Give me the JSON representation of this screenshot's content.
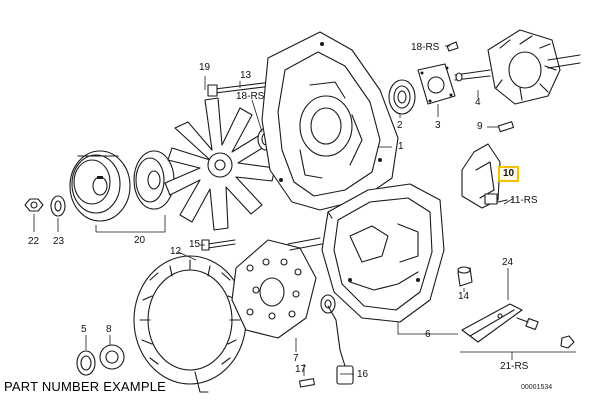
{
  "diagram": {
    "caption": "PART NUMBER EXAMPLE",
    "reference_code": "00001534",
    "highlight_color": "#f2c200",
    "labels": {
      "p1": "1",
      "p2": "2",
      "p3": "3",
      "p4": "4",
      "p5": "5",
      "p6": "6",
      "p7": "7",
      "p8": "8",
      "p9": "9",
      "p10": "10",
      "p11rs": "11-RS",
      "p12": "12",
      "p13": "13",
      "p14": "14",
      "p15": "15",
      "p16": "16",
      "p17": "17",
      "p18rs_top": "18-RS",
      "p18rs_mid": "18-RS",
      "p19": "19",
      "p20": "20",
      "p21rs": "21-RS",
      "p22": "22",
      "p23": "23",
      "p24": "24"
    },
    "highlighted_part": "10"
  }
}
